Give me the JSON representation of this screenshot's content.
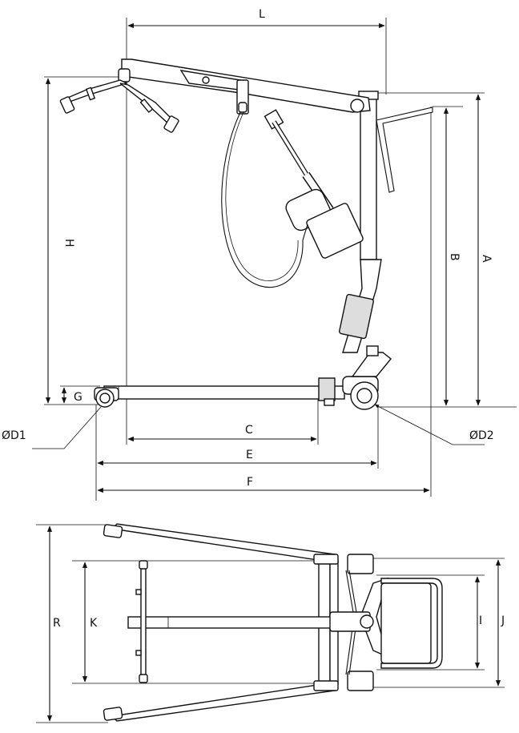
{
  "diagram": {
    "side_view": {
      "dimensions": {
        "L": "L",
        "H": "H",
        "G": "G",
        "A": "A",
        "B": "B",
        "C": "C",
        "E": "E",
        "F": "F",
        "D1": "ØD1",
        "D2": "ØD2"
      }
    },
    "top_view": {
      "dimensions": {
        "R": "R",
        "K": "K",
        "I": "I",
        "J": "J"
      }
    },
    "colors": {
      "line": "#111111",
      "background": "#ffffff"
    }
  }
}
